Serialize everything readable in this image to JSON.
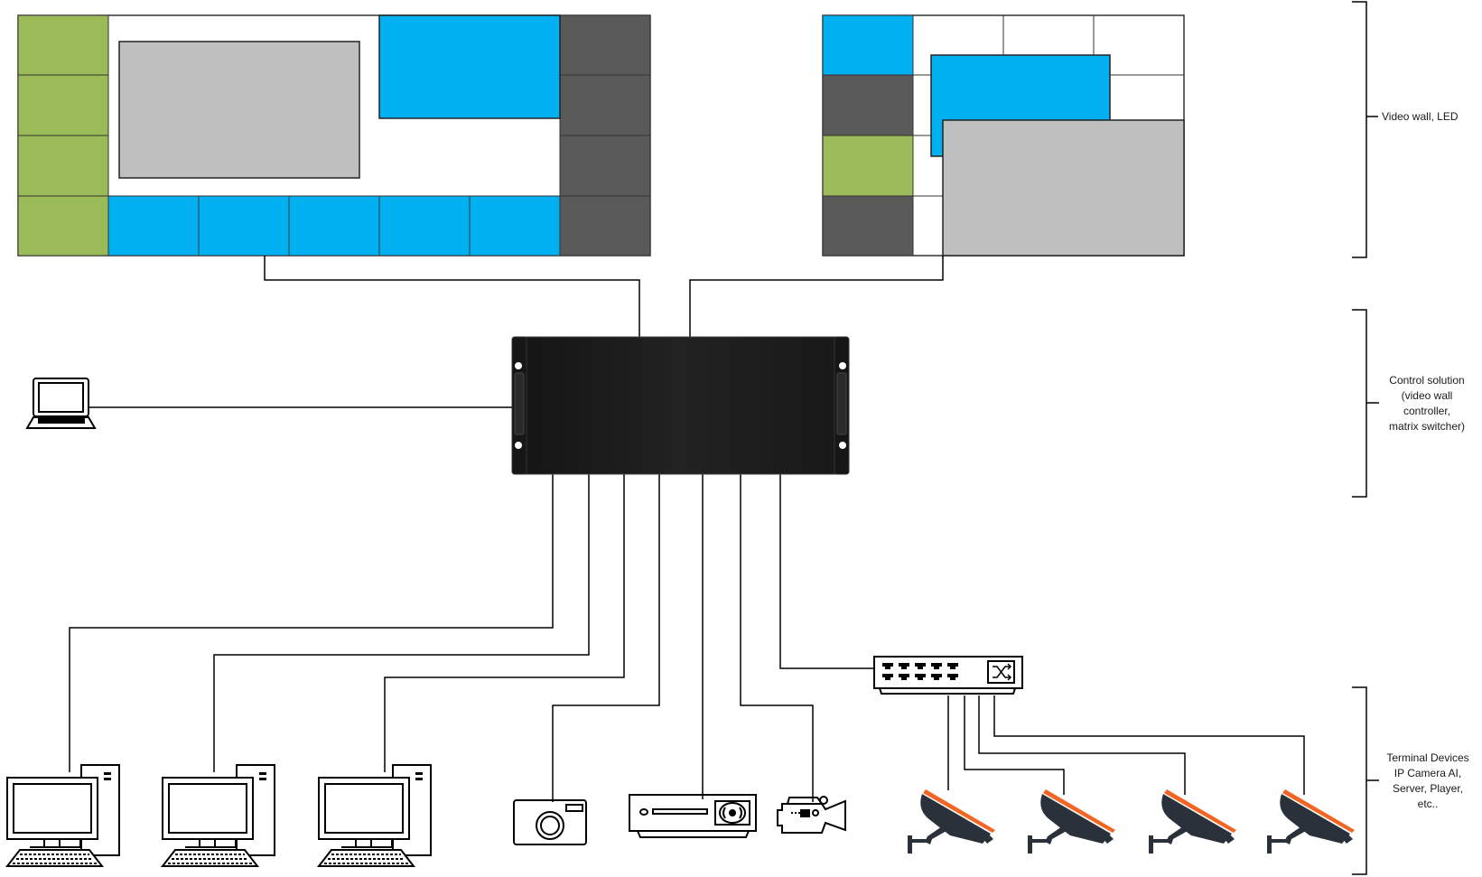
{
  "colors": {
    "green": "#9bbb59",
    "blue": "#00b0f0",
    "dark": "#595959",
    "gray": "#bfbfbf",
    "controller": "#1c1c1c",
    "camera_body": "#2b313b",
    "camera_accent": "#f26522",
    "line": "#000000"
  },
  "brackets": [
    {
      "id": "video-wall",
      "text": "Video wall, LED"
    },
    {
      "id": "control",
      "text": "Control solution\n(video wall\ncontroller,\nmatrix switcher)"
    },
    {
      "id": "terminal",
      "text": "Terminal Devices\nIP Camera AI,\nServer, Player,\netc.."
    }
  ],
  "nodes": {
    "video_wall_left": "video-wall-left",
    "video_wall_right": "video-wall-right",
    "controller": "video-wall-controller",
    "laptop": "laptop",
    "workstations": 3,
    "camera": "photo-camera",
    "player": "media-player",
    "camcorder": "video-camera",
    "switch": "network-switch",
    "ip_cameras": 4
  }
}
